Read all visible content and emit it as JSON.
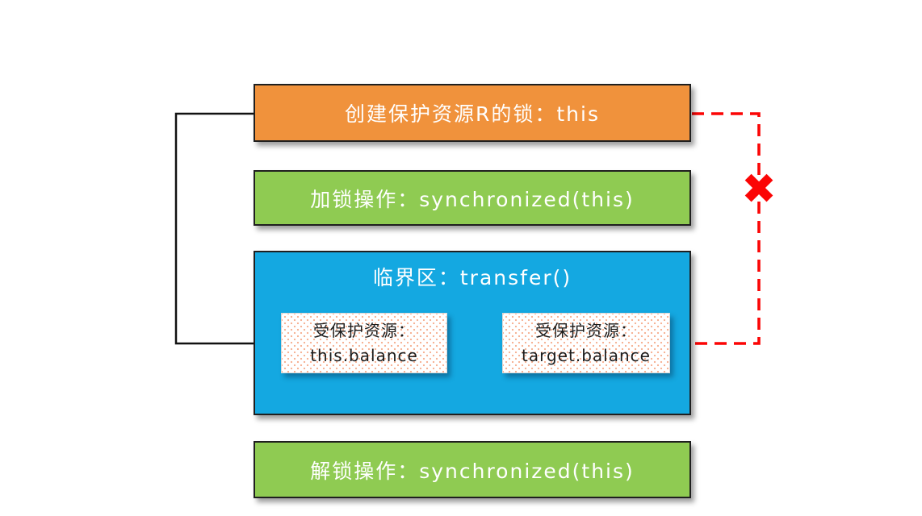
{
  "diagram": {
    "boxes": {
      "create_lock": {
        "label": "创建保护资源R的锁：this"
      },
      "lock_op": {
        "label": "加锁操作：synchronized(this)"
      },
      "critical_section": {
        "title": "临界区：transfer()"
      },
      "resource_this": {
        "line1": "受保护资源：",
        "line2": "this.balance"
      },
      "resource_target": {
        "line1": "受保护资源：",
        "line2": "target.balance"
      },
      "unlock_op": {
        "label": "解锁操作：synchronized(this)"
      }
    },
    "icons": {
      "forbidden_x": "✖"
    },
    "colors": {
      "orange": "#F0923C",
      "green": "#8FCB52",
      "blue": "#14A8E1",
      "red": "#FB0505",
      "box_border": "#1F1F1F",
      "resource_text": "#1C1C1C"
    }
  }
}
